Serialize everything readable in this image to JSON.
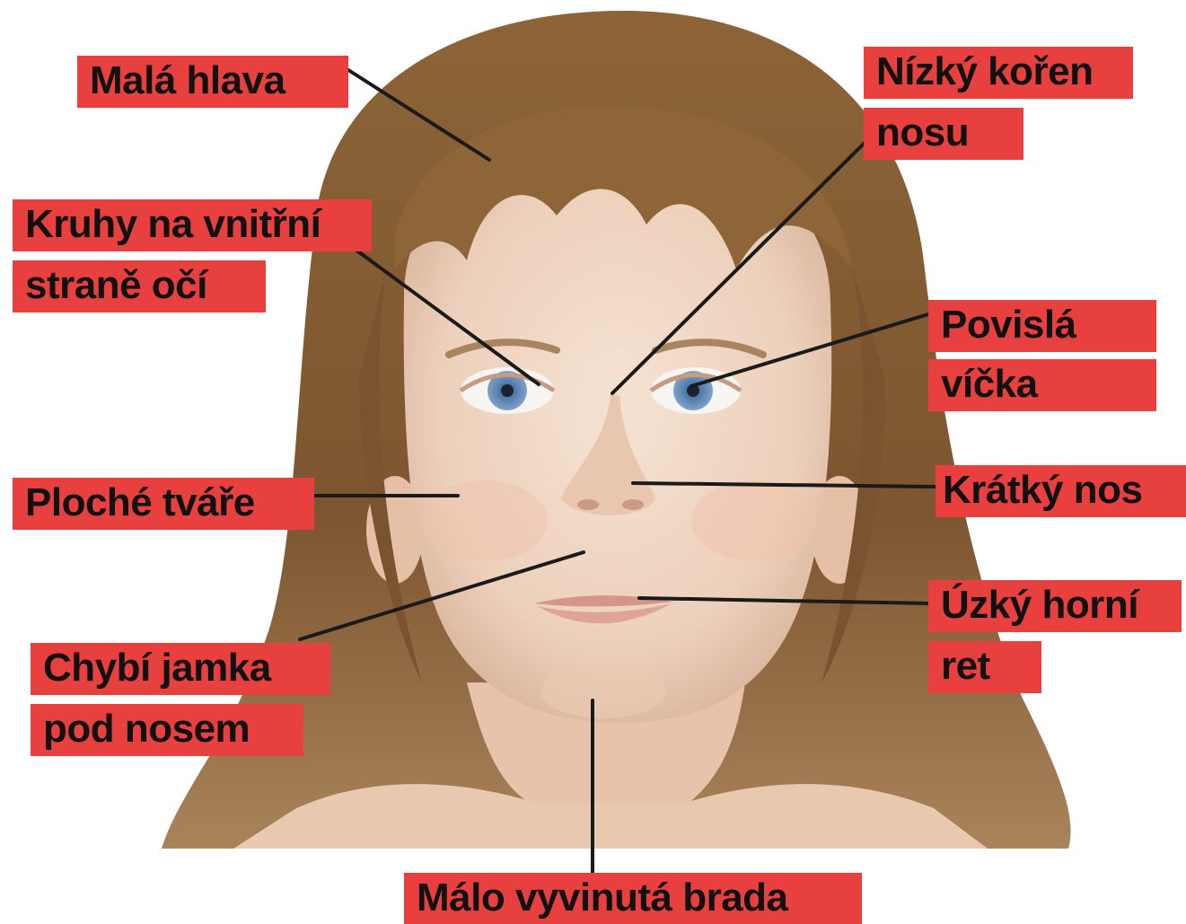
{
  "colors": {
    "label_background": "#e8403f",
    "label_text": "#111111",
    "leader_line": "#1a1a1a",
    "hair": "#8a6236",
    "skin": "#f1d7c3",
    "eye": "#5f86b3"
  },
  "labels": {
    "small_head": "Malá hlava",
    "nasal_bridge_1": "Nízký kořen",
    "nasal_bridge_2": "nosu",
    "epicanthus_1": "Kruhy na vnitřní",
    "epicanthus_2": "straně očí",
    "eyelids_1": "Povislá",
    "eyelids_2": "víčka",
    "flat_cheeks": "Ploché tváře",
    "short_nose": "Krátký nos",
    "upper_lip_1": "Úzký horní",
    "upper_lip_2": "ret",
    "philtrum_1": "Chybí jamka",
    "philtrum_2": "pod nosem",
    "chin": "Málo vyvinutá brada"
  }
}
